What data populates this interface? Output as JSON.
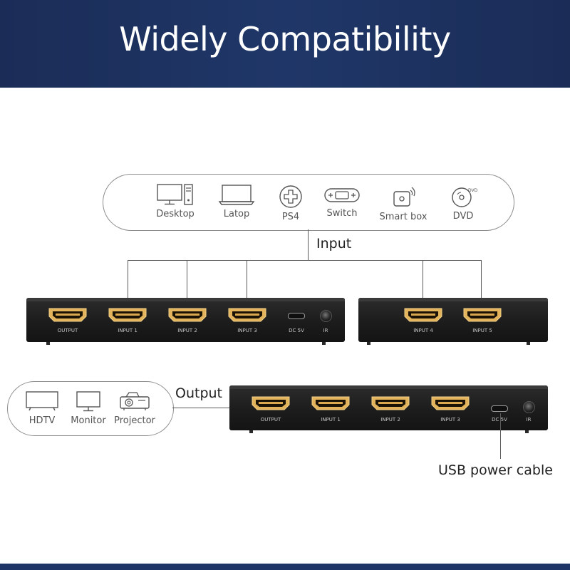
{
  "header": {
    "title": "Widely Compatibility"
  },
  "sources": [
    {
      "label": "Desktop",
      "icon": "desktop-icon"
    },
    {
      "label": "Latop",
      "icon": "laptop-icon"
    },
    {
      "label": "PS4",
      "icon": "gamepad-icon"
    },
    {
      "label": "Switch",
      "icon": "switch-console-icon"
    },
    {
      "label": "Smart box",
      "icon": "smart-box-icon"
    },
    {
      "label": "DVD",
      "icon": "dvd-icon"
    }
  ],
  "displays": [
    {
      "label": "HDTV",
      "icon": "tv-icon"
    },
    {
      "label": "Monitor",
      "icon": "monitor-icon"
    },
    {
      "label": "Projector",
      "icon": "projector-icon"
    }
  ],
  "labels": {
    "input": "Input",
    "output": "Output",
    "usb_power": "USB power cable"
  },
  "device_front": {
    "ports": [
      "OUTPUT",
      "INPUT 1",
      "INPUT 2",
      "INPUT 3"
    ],
    "dc": "DC 5V",
    "ir": "IR"
  },
  "device_back": {
    "ports": [
      "INPUT 4",
      "INPUT 5"
    ]
  },
  "device_bottom": {
    "ports": [
      "OUTPUT",
      "INPUT 1",
      "INPUT 2",
      "INPUT 3"
    ],
    "dc": "DC 5V",
    "ir": "IR"
  },
  "colors": {
    "header": "#1f3768",
    "port_gold": "#e2b35b",
    "device": "#1c1c1c"
  }
}
